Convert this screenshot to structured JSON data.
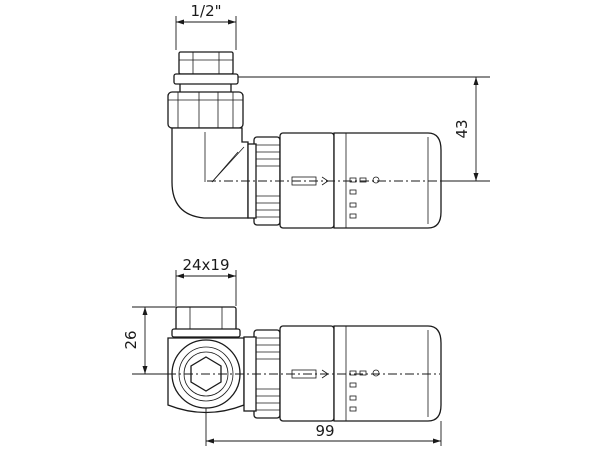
{
  "dimensions": {
    "thread_size": "1/2\"",
    "height_offset": "43",
    "nut_size": "24x19",
    "side_height": "26",
    "overall_length": "99"
  }
}
